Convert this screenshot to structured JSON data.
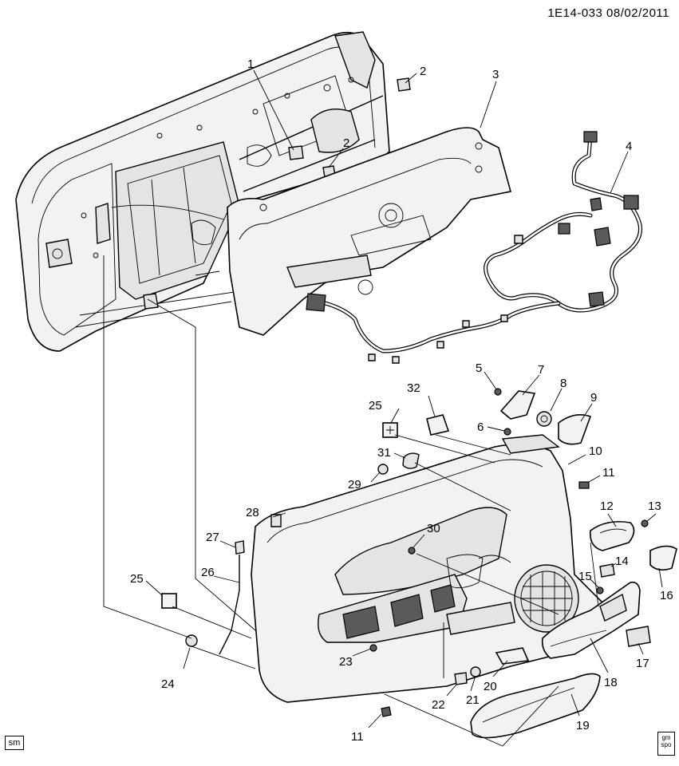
{
  "header": {
    "code": "1E14-033 08/02/2011"
  },
  "footer": {
    "left_badge": "sm",
    "right_badge_top": "gm",
    "right_badge_bottom": "spo"
  },
  "callouts": [
    "1",
    "2",
    "2",
    "3",
    "4",
    "5",
    "6",
    "7",
    "8",
    "9",
    "10",
    "11",
    "11",
    "12",
    "13",
    "14",
    "15",
    "16",
    "17",
    "18",
    "19",
    "20",
    "21",
    "22",
    "23",
    "24",
    "25",
    "25",
    "26",
    "27",
    "28",
    "29",
    "30",
    "31",
    "32"
  ]
}
